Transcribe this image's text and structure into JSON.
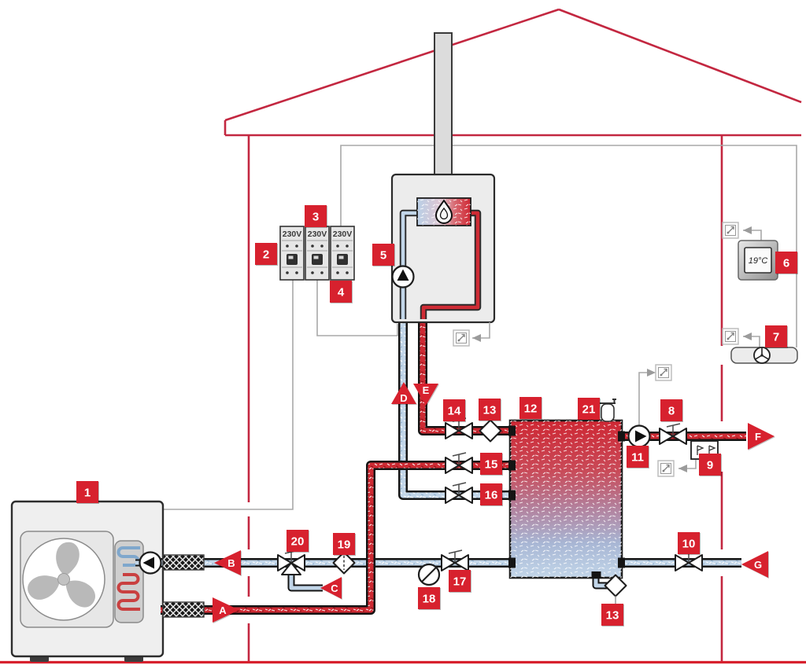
{
  "colors": {
    "accent_red": "#d7212e",
    "house_red": "#c32740",
    "pipe_red": "#ce2a33",
    "pipe_blue": "#c2d6e9",
    "pipe_outline": "#141414",
    "wire_gray": "#a8a8a8",
    "cabinet_gray": "#ececec"
  },
  "callouts": {
    "n1": "1",
    "n2": "2",
    "n3": "3",
    "n4": "4",
    "n5": "5",
    "n6": "6",
    "n7": "7",
    "n8": "8",
    "n9": "9",
    "n10": "10",
    "n11": "11",
    "n12": "12",
    "n13": "13",
    "n14": "14",
    "n15": "15",
    "n16": "16",
    "n17": "17",
    "n18": "18",
    "n19": "19",
    "n20": "20",
    "n21": "21"
  },
  "flow_arrows": {
    "a": "A",
    "b": "B",
    "c": "C",
    "d": "D",
    "e": "E",
    "f": "F",
    "g": "G"
  },
  "breakers": {
    "left": {
      "voltage": "230V"
    },
    "middle": {
      "voltage": "230V"
    },
    "right": {
      "voltage": "230V"
    }
  },
  "thermostat": {
    "reading": "19°C"
  },
  "icons": {
    "radio": "wireless-module-icon",
    "flame": "flame-icon",
    "fan": "fan-icon",
    "pump": "pump-icon",
    "valve": "valve-icon",
    "check_valve": "check-valve-icon",
    "gauge": "gauge-icon",
    "air_vent": "air-vent-icon"
  }
}
